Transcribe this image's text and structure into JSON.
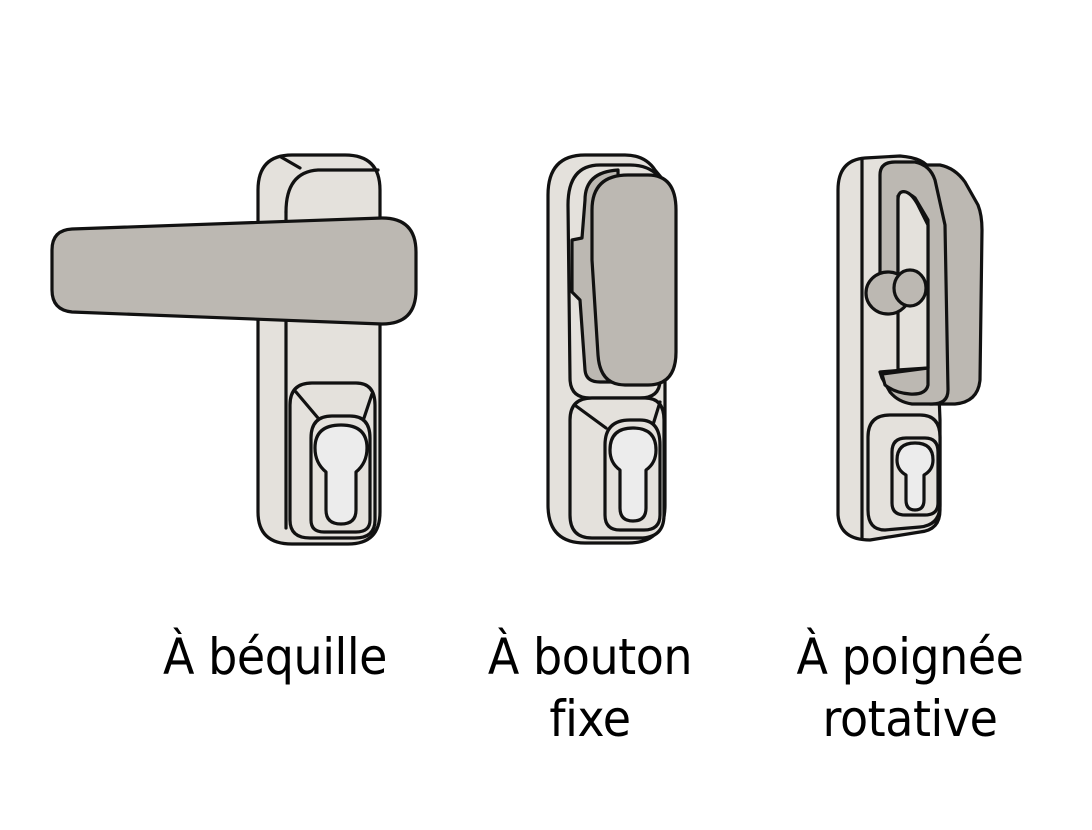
{
  "figure": {
    "colors": {
      "plate": "#e4e1dc",
      "handle": "#bcb8b2",
      "keyhole": "#ececec",
      "outline": "#111111",
      "background": "#ffffff"
    },
    "items": [
      {
        "name": "lever-handle",
        "icon": "lever-handle-icon",
        "label_line1": "À béquille",
        "label_line2": ""
      },
      {
        "name": "fixed-knob",
        "icon": "fixed-knob-icon",
        "label_line1": "À bouton",
        "label_line2": "fixe"
      },
      {
        "name": "rotating-grip",
        "icon": "rotating-grip-icon",
        "label_line1": "À poignée",
        "label_line2": "rotative"
      }
    ]
  }
}
